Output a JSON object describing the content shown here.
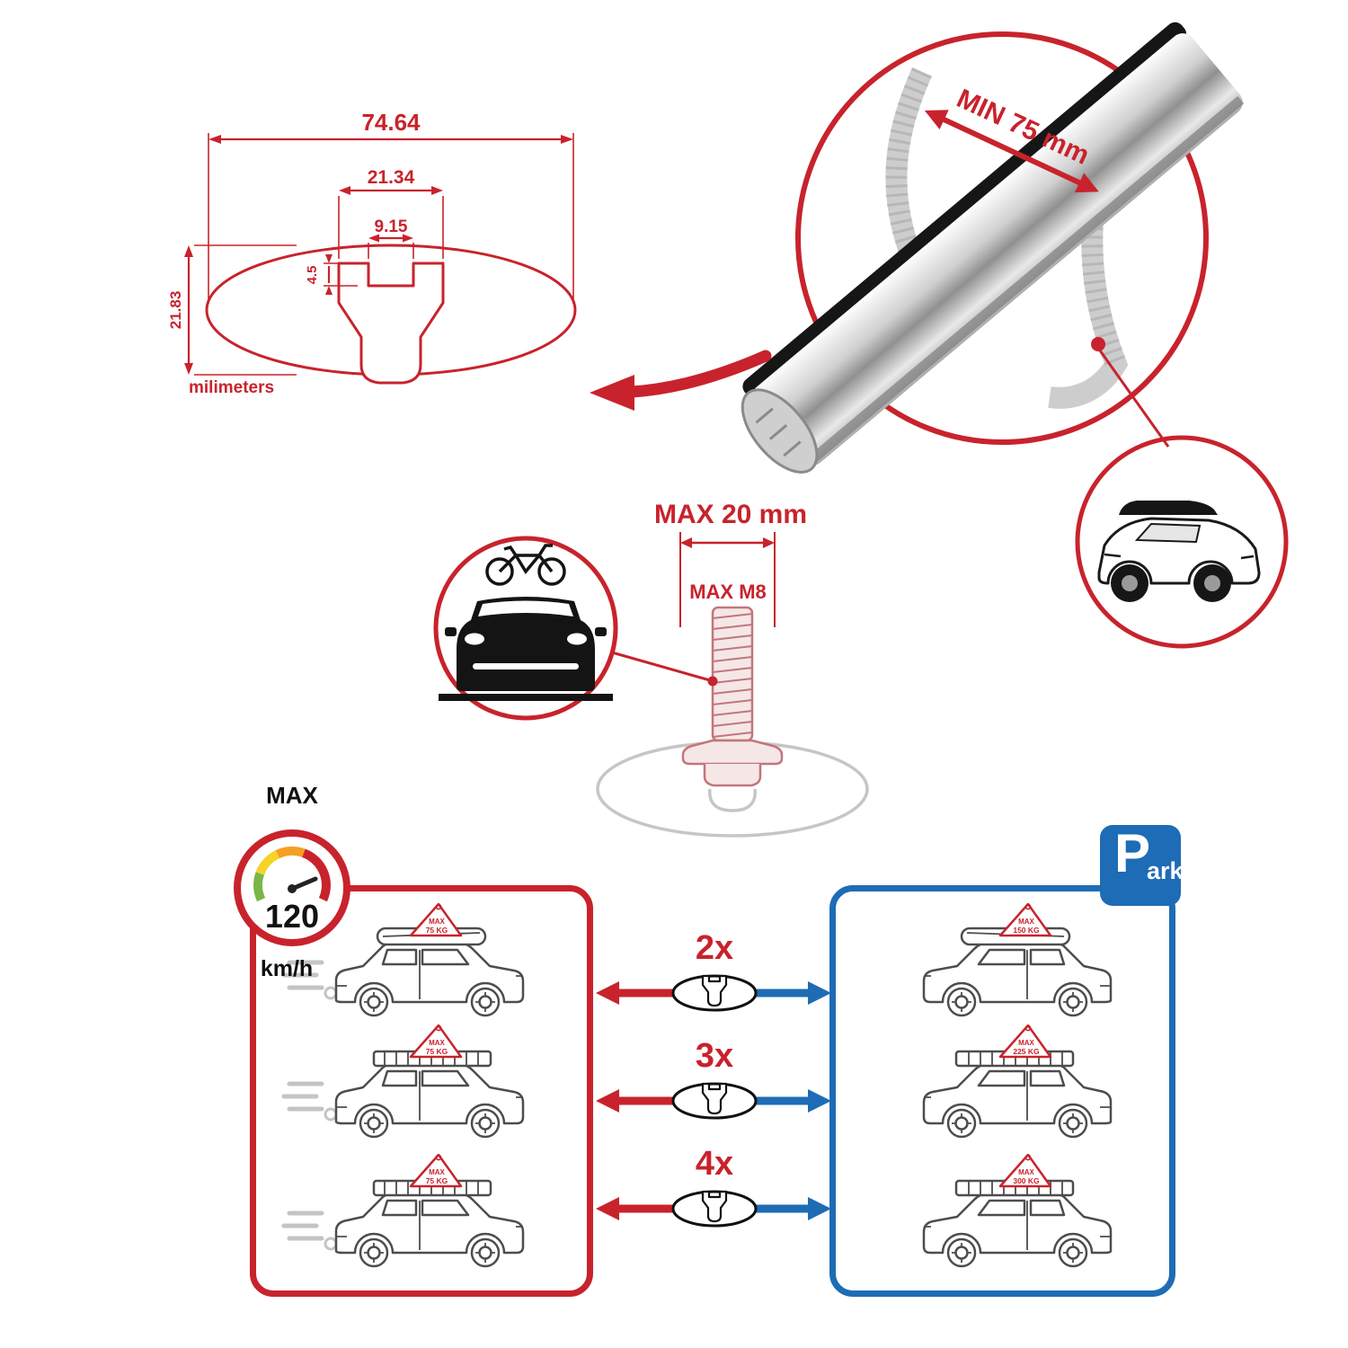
{
  "colors": {
    "red": "#c8232c",
    "blue": "#1e6cb5",
    "ghost": "#c6c6c6"
  },
  "technical_drawing": {
    "overall_width": "74.64",
    "slot_outer_width": "21.34",
    "slot_opening_width": "9.15",
    "slot_depth": "4.5",
    "overall_height": "21.83",
    "units_label": "milimeters"
  },
  "bar_detail": {
    "min_span": "MIN 75 mm"
  },
  "bolt": {
    "max_width": "MAX 20 mm",
    "max_thread": "MAX M8"
  },
  "speed_limit": {
    "label": "MAX",
    "value": "120",
    "units": "km/h"
  },
  "park_sign": {
    "letter": "P",
    "suffix": "ark"
  },
  "capacity_rows": [
    {
      "count": "2x",
      "driving": {
        "label": "MAX",
        "weight": "75 KG"
      },
      "parked": {
        "label": "MAX",
        "weight": "150 KG"
      }
    },
    {
      "count": "3x",
      "driving": {
        "label": "MAX",
        "weight": "75 KG"
      },
      "parked": {
        "label": "MAX",
        "weight": "225 KG"
      }
    },
    {
      "count": "4x",
      "driving": {
        "label": "MAX",
        "weight": "75 KG"
      },
      "parked": {
        "label": "MAX",
        "weight": "300 KG"
      }
    }
  ]
}
